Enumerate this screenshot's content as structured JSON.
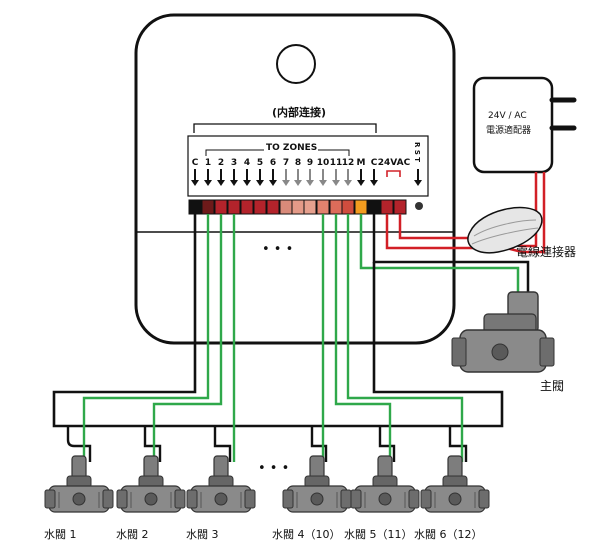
{
  "controller": {
    "internal_label": "(内部连接)",
    "zones_label": "TO ZONES",
    "terminals": [
      "C",
      "1",
      "2",
      "3",
      "4",
      "5",
      "6",
      "7",
      "8",
      "9",
      "10",
      "11",
      "12",
      "M",
      "C",
      "24VAC",
      "R S T"
    ],
    "dots": "• • •"
  },
  "power_adapter": {
    "line1": "24V / AC",
    "line2": "電源適配器"
  },
  "wire_connector": {
    "label": "電線連接器"
  },
  "main_valve": {
    "label": "主閥"
  },
  "valves": [
    {
      "label": "水閥 1"
    },
    {
      "label": "水閥 2"
    },
    {
      "label": "水閥 3"
    },
    {
      "label": "水閥 4（10）"
    },
    {
      "label": "水閥 5（11）"
    },
    {
      "label": "水閥 6（12）"
    }
  ],
  "valve_gap_dots": "• • •",
  "colors": {
    "wire_green": "#2fa84a",
    "wire_red": "#d21f26",
    "wire_black": "#111111",
    "accent_red": "#d2232a",
    "terminal_orange": "#f39c1f"
  }
}
